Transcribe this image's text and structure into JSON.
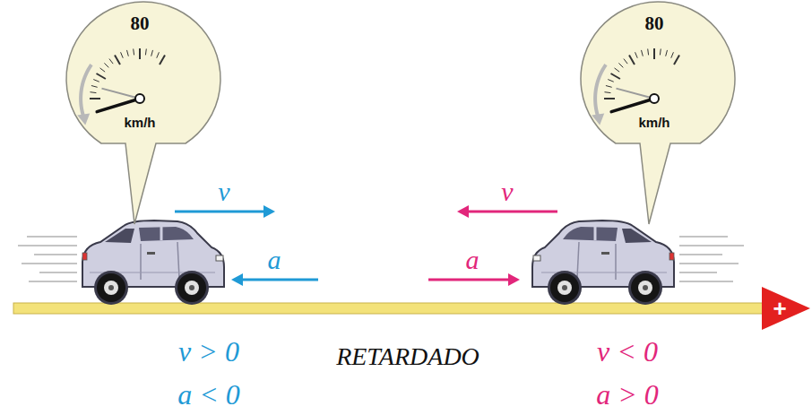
{
  "diagram": {
    "nodes": [
      {
        "text": [
          "80",
          "km/h"
        ]
      },
      {
        "text": [
          "80",
          "km/h"
        ]
      }
    ],
    "labels": [
      "v",
      "v",
      "a",
      "a",
      "+",
      "v > 0",
      "RETARDADO",
      "v < 0",
      "a < 0",
      "a > 0"
    ]
  }
}
